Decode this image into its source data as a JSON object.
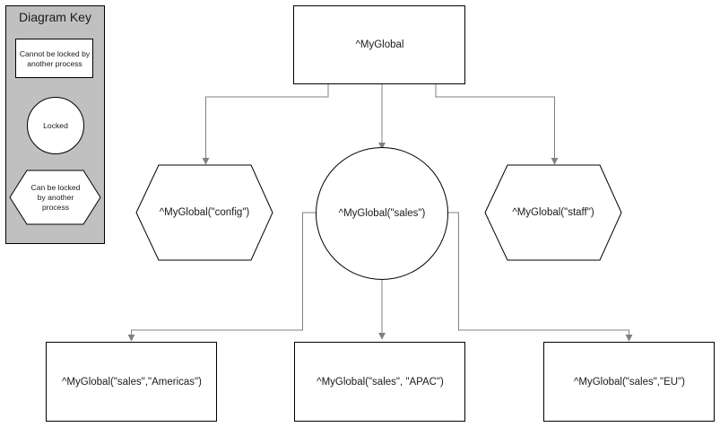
{
  "key": {
    "title": "Diagram Key",
    "unlockable": "Cannot be locked by another process",
    "locked": "Locked",
    "lockable": "Can be locked by another process"
  },
  "nodes": {
    "root": "^MyGlobal",
    "config": "^MyGlobal(\"config\")",
    "sales": "^MyGlobal(\"sales\")",
    "staff": "^MyGlobal(\"staff\")",
    "americas": "^MyGlobal(\"sales\",\"Americas\")",
    "apac": "^MyGlobal(\"sales\", \"APAC\")",
    "eu": "^MyGlobal(\"sales\",\"EU\")"
  },
  "colors": {
    "key_fill": "#c0c0c0",
    "stroke": "#000000",
    "connector": "#808080",
    "node_fill": "#ffffff"
  }
}
